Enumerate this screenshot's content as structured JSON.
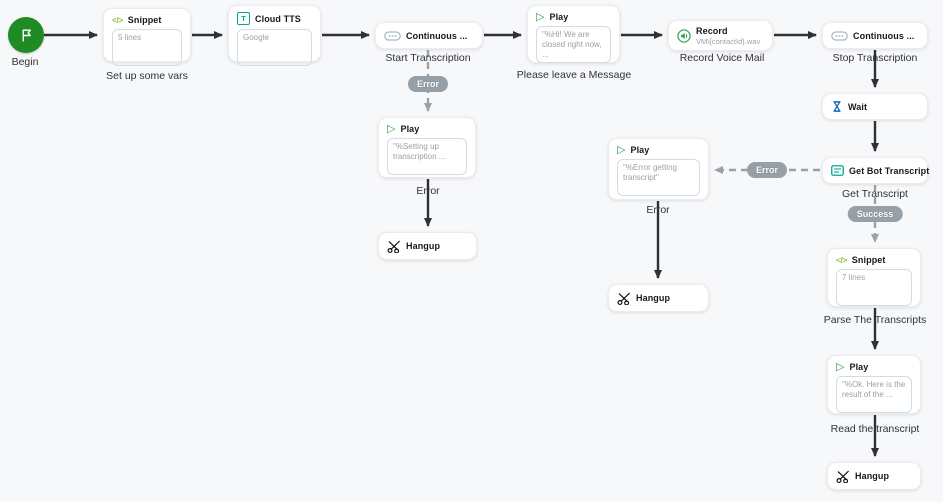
{
  "palette": {
    "background": "#f7f8fa",
    "node_background": "#ffffff",
    "begin_green": "#1f8b24",
    "play_green": "#2e9e4f",
    "snippet_green": "#8bc34a",
    "teal": "#00a596",
    "wait_blue": "#1565c0",
    "badge_gray": "#96a0a6",
    "edge_dark": "#2f3033",
    "edge_gray": "#99a2a8"
  },
  "icons": {
    "code_glyph": "</>",
    "play_glyph": "▷",
    "tts_glyph": "T"
  },
  "begin": {
    "label": "Begin",
    "icon": "flag-icon"
  },
  "nodes": {
    "snippet_vars": {
      "title": "Snippet",
      "body": "5 lines",
      "caption": "Set up some vars",
      "icon": "code-icon"
    },
    "cloud_tts": {
      "title": "Cloud TTS",
      "body": "Google",
      "icon": "text-to-speech-icon"
    },
    "continuous_start": {
      "title": "Continuous ...",
      "caption": "Start Transcription",
      "icon": "pill-icon"
    },
    "play_greeting": {
      "title": "Play",
      "body": "\"%Hi! We are closed right now, ...",
      "caption": "Please leave a Message",
      "icon": "play-icon"
    },
    "record": {
      "title": "Record",
      "subtitle": "VM\\{contactId}.wav",
      "caption": "Record Voice Mail",
      "icon": "speaker-icon"
    },
    "continuous_stop": {
      "title": "Continuous ...",
      "caption": "Stop Transcription",
      "icon": "pill-icon"
    },
    "wait": {
      "title": "Wait",
      "icon": "hourglass-icon"
    },
    "get_bot_transcript": {
      "title": "Get Bot Transcript",
      "caption": "Get Transcript",
      "icon": "transcript-icon"
    },
    "snippet_parse": {
      "title": "Snippet",
      "body": "7 lines",
      "caption": "Parse The Transcripts",
      "icon": "code-icon"
    },
    "play_result": {
      "title": "Play",
      "body": "\"%Ok. Here is the result of the ...",
      "caption": "Read the transcript",
      "icon": "play-icon"
    },
    "hangup_main": {
      "title": "Hangup",
      "icon": "scissors-icon"
    },
    "play_transcription_error": {
      "title": "Play",
      "body": "\"%Setting up transcription ...",
      "caption": "Error",
      "icon": "play-icon"
    },
    "hangup_transcription_error": {
      "title": "Hangup",
      "icon": "scissors-icon"
    },
    "play_transcript_error": {
      "title": "Play",
      "body": "\"%Error getting transcript\"",
      "caption": "Error",
      "icon": "play-icon"
    },
    "hangup_transcript_error": {
      "title": "Hangup",
      "icon": "scissors-icon"
    }
  },
  "badges": {
    "start_transcription_error": "Error",
    "get_transcript_error": "Error",
    "get_transcript_success": "Success"
  }
}
